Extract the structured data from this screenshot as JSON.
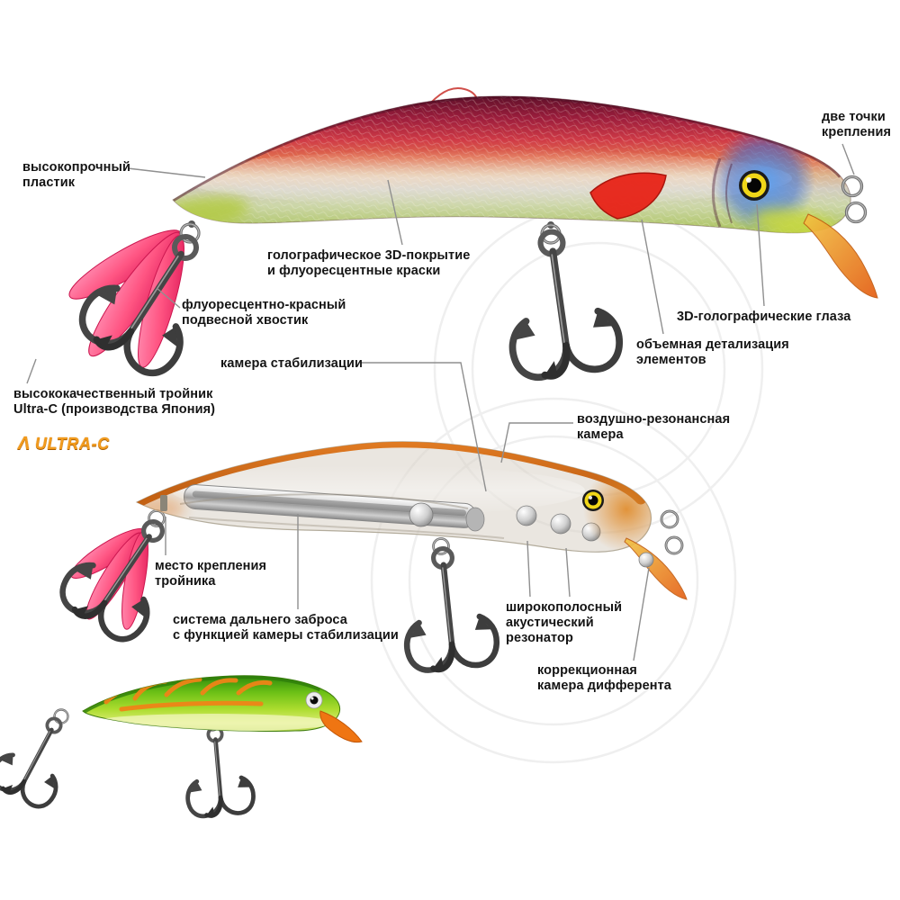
{
  "labels": {
    "plastic": "высокопрочный\nпластик",
    "attach_points": "две точки\nкрепления",
    "holo_coating": "голографическое 3D-покрытие\nи флуоресцентные краски",
    "fluo_tail": "флуоресцентно-красный\nподвесной хвостик",
    "holo_eyes": "3D-голографические глаза",
    "volume_detail": "объемная детализация\nэлементов",
    "treble": "высококачественный тройник\nUltra-C (производства Япония)",
    "stab_chamber": "камера стабилизации",
    "air_chamber": "воздушно-резонансная\nкамера",
    "hook_mount": "место крепления\nтройника",
    "cast_system": "система дальнего заброса\nс функцией камеры стабилизации",
    "acoustic": "широкополосный\nакустический\nрезонатор",
    "trim_chamber": "коррекционная\nкамера дифферента"
  },
  "logo": {
    "mark": "Λ",
    "text": "ULTRA-C"
  },
  "colors": {
    "label_text": "#141414",
    "leader_line": "#8f8f8f",
    "logo_orange": "#f29b1d",
    "tail_pink": "#ff4d7d",
    "fin_red": "#e8251a",
    "lure_orange": "#e07518",
    "lure_green": "#6cc016",
    "eye_yellow": "#f0d618",
    "head_blue": "#3a6fd4"
  }
}
